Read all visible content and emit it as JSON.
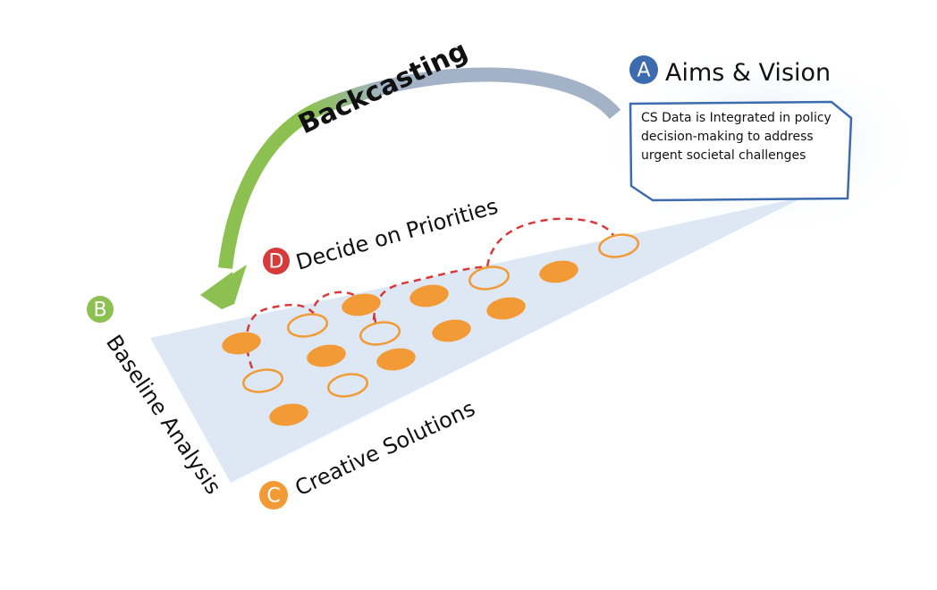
{
  "diagram": {
    "arrow_label": "Backcasting",
    "steps": {
      "a": {
        "letter": "A",
        "title": "Aims & Vision",
        "color": "#3d6bb0",
        "description": "CS Data is Integrated in policy decision-making to address urgent societal challenges"
      },
      "b": {
        "letter": "B",
        "title": "Baseline Analysis",
        "color": "#8cc152"
      },
      "c": {
        "letter": "C",
        "title": "Creative Solutions",
        "color": "#f29a36"
      },
      "d": {
        "letter": "D",
        "title": "Decide on Priorities",
        "color": "#d63a3a"
      }
    },
    "colors": {
      "plane": "#dde8f4",
      "solution": "#f29a36",
      "path": "#d63a3a",
      "arrow_start": "#9fb0c5",
      "arrow_end": "#8cc152"
    }
  }
}
